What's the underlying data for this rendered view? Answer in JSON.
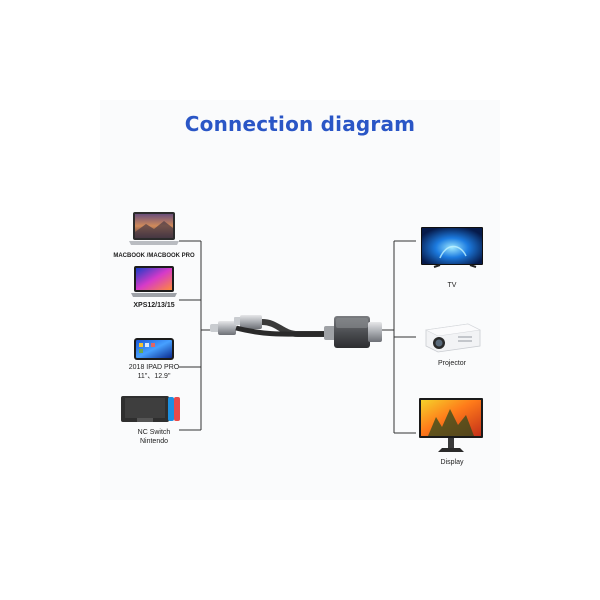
{
  "title": "Connection diagram",
  "sources": [
    {
      "label": "MACBOOK /MACBOOK PRO",
      "icon": "laptop-icon"
    },
    {
      "label": "XPS12/13/15",
      "icon": "laptop-icon"
    },
    {
      "label_line1": "2018 IPAD PRO",
      "label_line2": "11\"、12.9\"",
      "icon": "tablet-icon"
    },
    {
      "label_line1": "NC Switch",
      "label_line2": "Nintendo",
      "icon": "game-console-icon"
    }
  ],
  "outputs": [
    {
      "label": "TV",
      "icon": "tv-icon"
    },
    {
      "label": "Projector",
      "icon": "projector-icon"
    },
    {
      "label": "Display",
      "icon": "monitor-icon"
    }
  ],
  "colors": {
    "title": "#2a56c6",
    "line": "#333333"
  }
}
